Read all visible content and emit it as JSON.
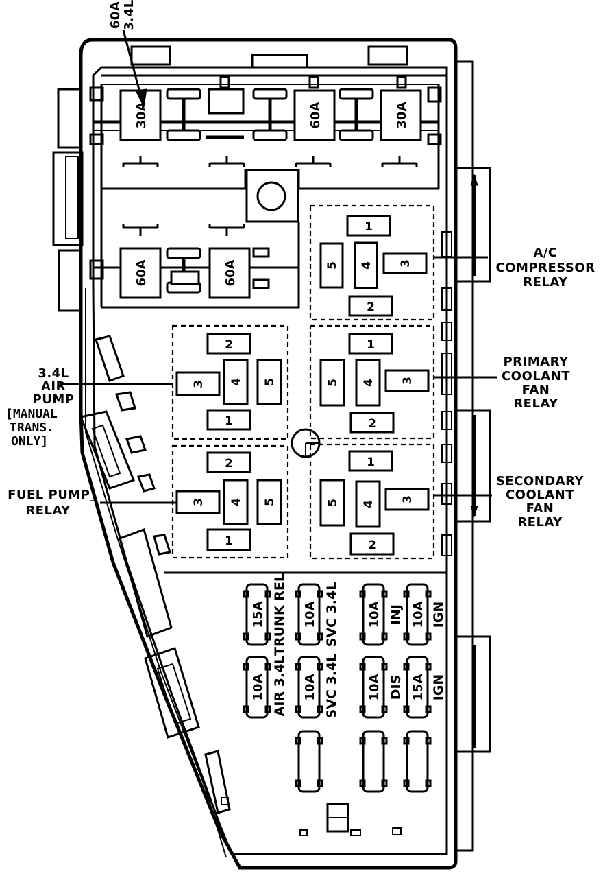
{
  "top_fuse": {
    "line1": "60A",
    "line2": "3.4L"
  },
  "maxi_fuses": {
    "top_left": "30A",
    "top_middle": "60A",
    "top_right": "30A",
    "bottom_left": "60A",
    "bottom_right": "60A"
  },
  "relay_pins": [
    "1",
    "2",
    "3",
    "4",
    "5"
  ],
  "labels": {
    "ac_compressor": [
      "A/C",
      "COMPRESSOR",
      "RELAY"
    ],
    "primary_fan": [
      "PRIMARY",
      "COOLANT",
      "FAN",
      "RELAY"
    ],
    "secondary_fan": [
      "SECONDARY",
      "COOLANT",
      "FAN",
      "RELAY"
    ],
    "air_pump": [
      "3.4L",
      "AIR",
      "PUMP",
      "[MANUAL",
      "TRANS.",
      "ONLY]"
    ],
    "fuel_pump": [
      "FUEL PUMP_",
      "RELAY"
    ]
  },
  "fuses": [
    {
      "rating": "15A",
      "circuit": "TRUNK REL"
    },
    {
      "rating": "10A",
      "circuit": "SVC 3.4L"
    },
    {
      "rating": "10A",
      "circuit": "INJ"
    },
    {
      "rating": "10A",
      "circuit": "IGN"
    },
    {
      "rating": "10A",
      "circuit": "AIR 3.4L"
    },
    {
      "rating": "10A",
      "circuit": "SVC 3.4L"
    },
    {
      "rating": "10A",
      "circuit": "DIS"
    },
    {
      "rating": "15A",
      "circuit": "IGN"
    }
  ]
}
